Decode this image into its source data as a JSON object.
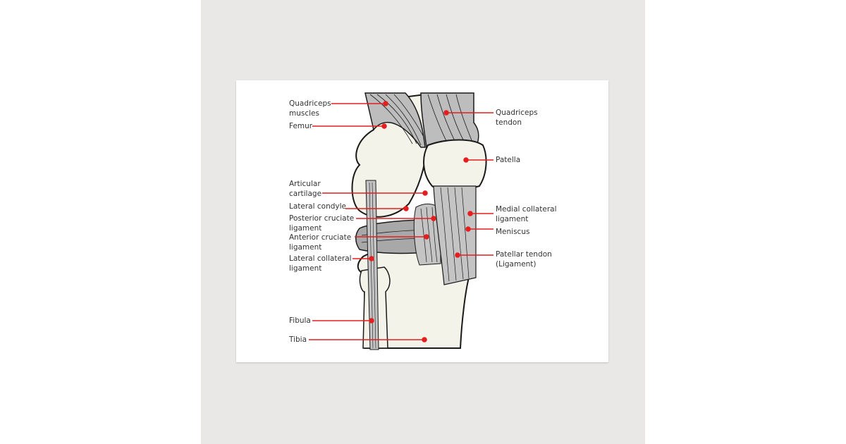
{
  "colors": {
    "background": "#e9e8e6",
    "card": "#ffffff",
    "bone": "#f3f3e9",
    "ligament": "#b8b8b8",
    "outline": "#1a1a1a",
    "leader": "#e41e1e"
  },
  "labels_left": [
    {
      "id": "quadriceps-muscles",
      "line1": "Quadriceps",
      "line2": "muscles"
    },
    {
      "id": "femur",
      "line1": "Femur",
      "line2": ""
    },
    {
      "id": "articular-cartilage",
      "line1": "Articular",
      "line2": "cartilage"
    },
    {
      "id": "lateral-condyle",
      "line1": "Lateral condyle",
      "line2": ""
    },
    {
      "id": "posterior-cruciate-ligament",
      "line1": "Posterior cruciate",
      "line2": "ligament"
    },
    {
      "id": "anterior-cruciate-ligament",
      "line1": "Anterior cruciate",
      "line2": "ligament"
    },
    {
      "id": "lateral-collateral-ligament",
      "line1": "Lateral collateral",
      "line2": "ligament"
    },
    {
      "id": "fibula",
      "line1": "Fibula",
      "line2": ""
    },
    {
      "id": "tibia",
      "line1": "Tibia",
      "line2": ""
    }
  ],
  "labels_right": [
    {
      "id": "quadriceps-tendon",
      "line1": "Quadriceps",
      "line2": "tendon"
    },
    {
      "id": "patella",
      "line1": "Patella",
      "line2": ""
    },
    {
      "id": "medial-collateral-ligament",
      "line1": "Medial collateral",
      "line2": "ligament"
    },
    {
      "id": "meniscus",
      "line1": "Meniscus",
      "line2": ""
    },
    {
      "id": "patellar-tendon",
      "line1": "Patellar tendon",
      "line2": "(Ligament)"
    }
  ]
}
